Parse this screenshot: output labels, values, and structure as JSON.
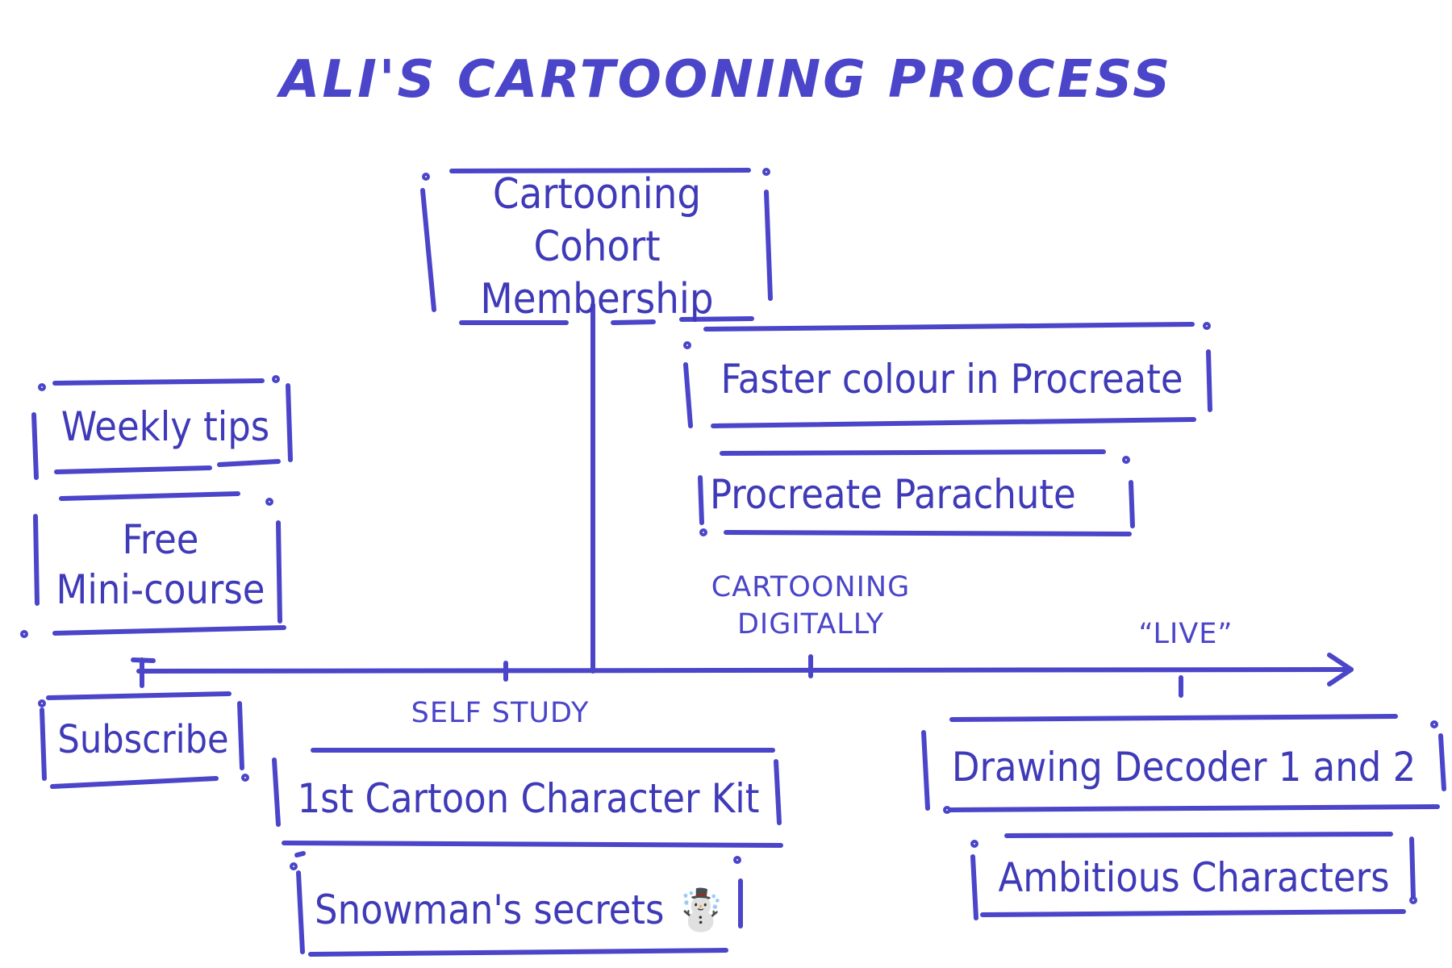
{
  "title": "ALI'S CARTOONING PROCESS",
  "colors": {
    "ink": "#4a45c9",
    "background": "#ffffff"
  },
  "boxes": {
    "cohort": "Cartooning Cohort\nMembership",
    "faster_colour": "Faster colour in Procreate",
    "parachute": "Procreate Parachute",
    "weekly_tips": "Weekly tips",
    "mini_course": "Free\nMini-course",
    "subscribe": "Subscribe",
    "character_kit": "1st Cartoon Character Kit",
    "snowman": "Snowman's secrets ☃️",
    "drawing_decoder": "Drawing Decoder 1 and 2",
    "ambitious": "Ambitious Characters"
  },
  "axis_labels": {
    "self_study": "SELF STUDY",
    "cartooning_digitally": "CARTOONING\nDIGITALLY",
    "live": "“LIVE”"
  }
}
